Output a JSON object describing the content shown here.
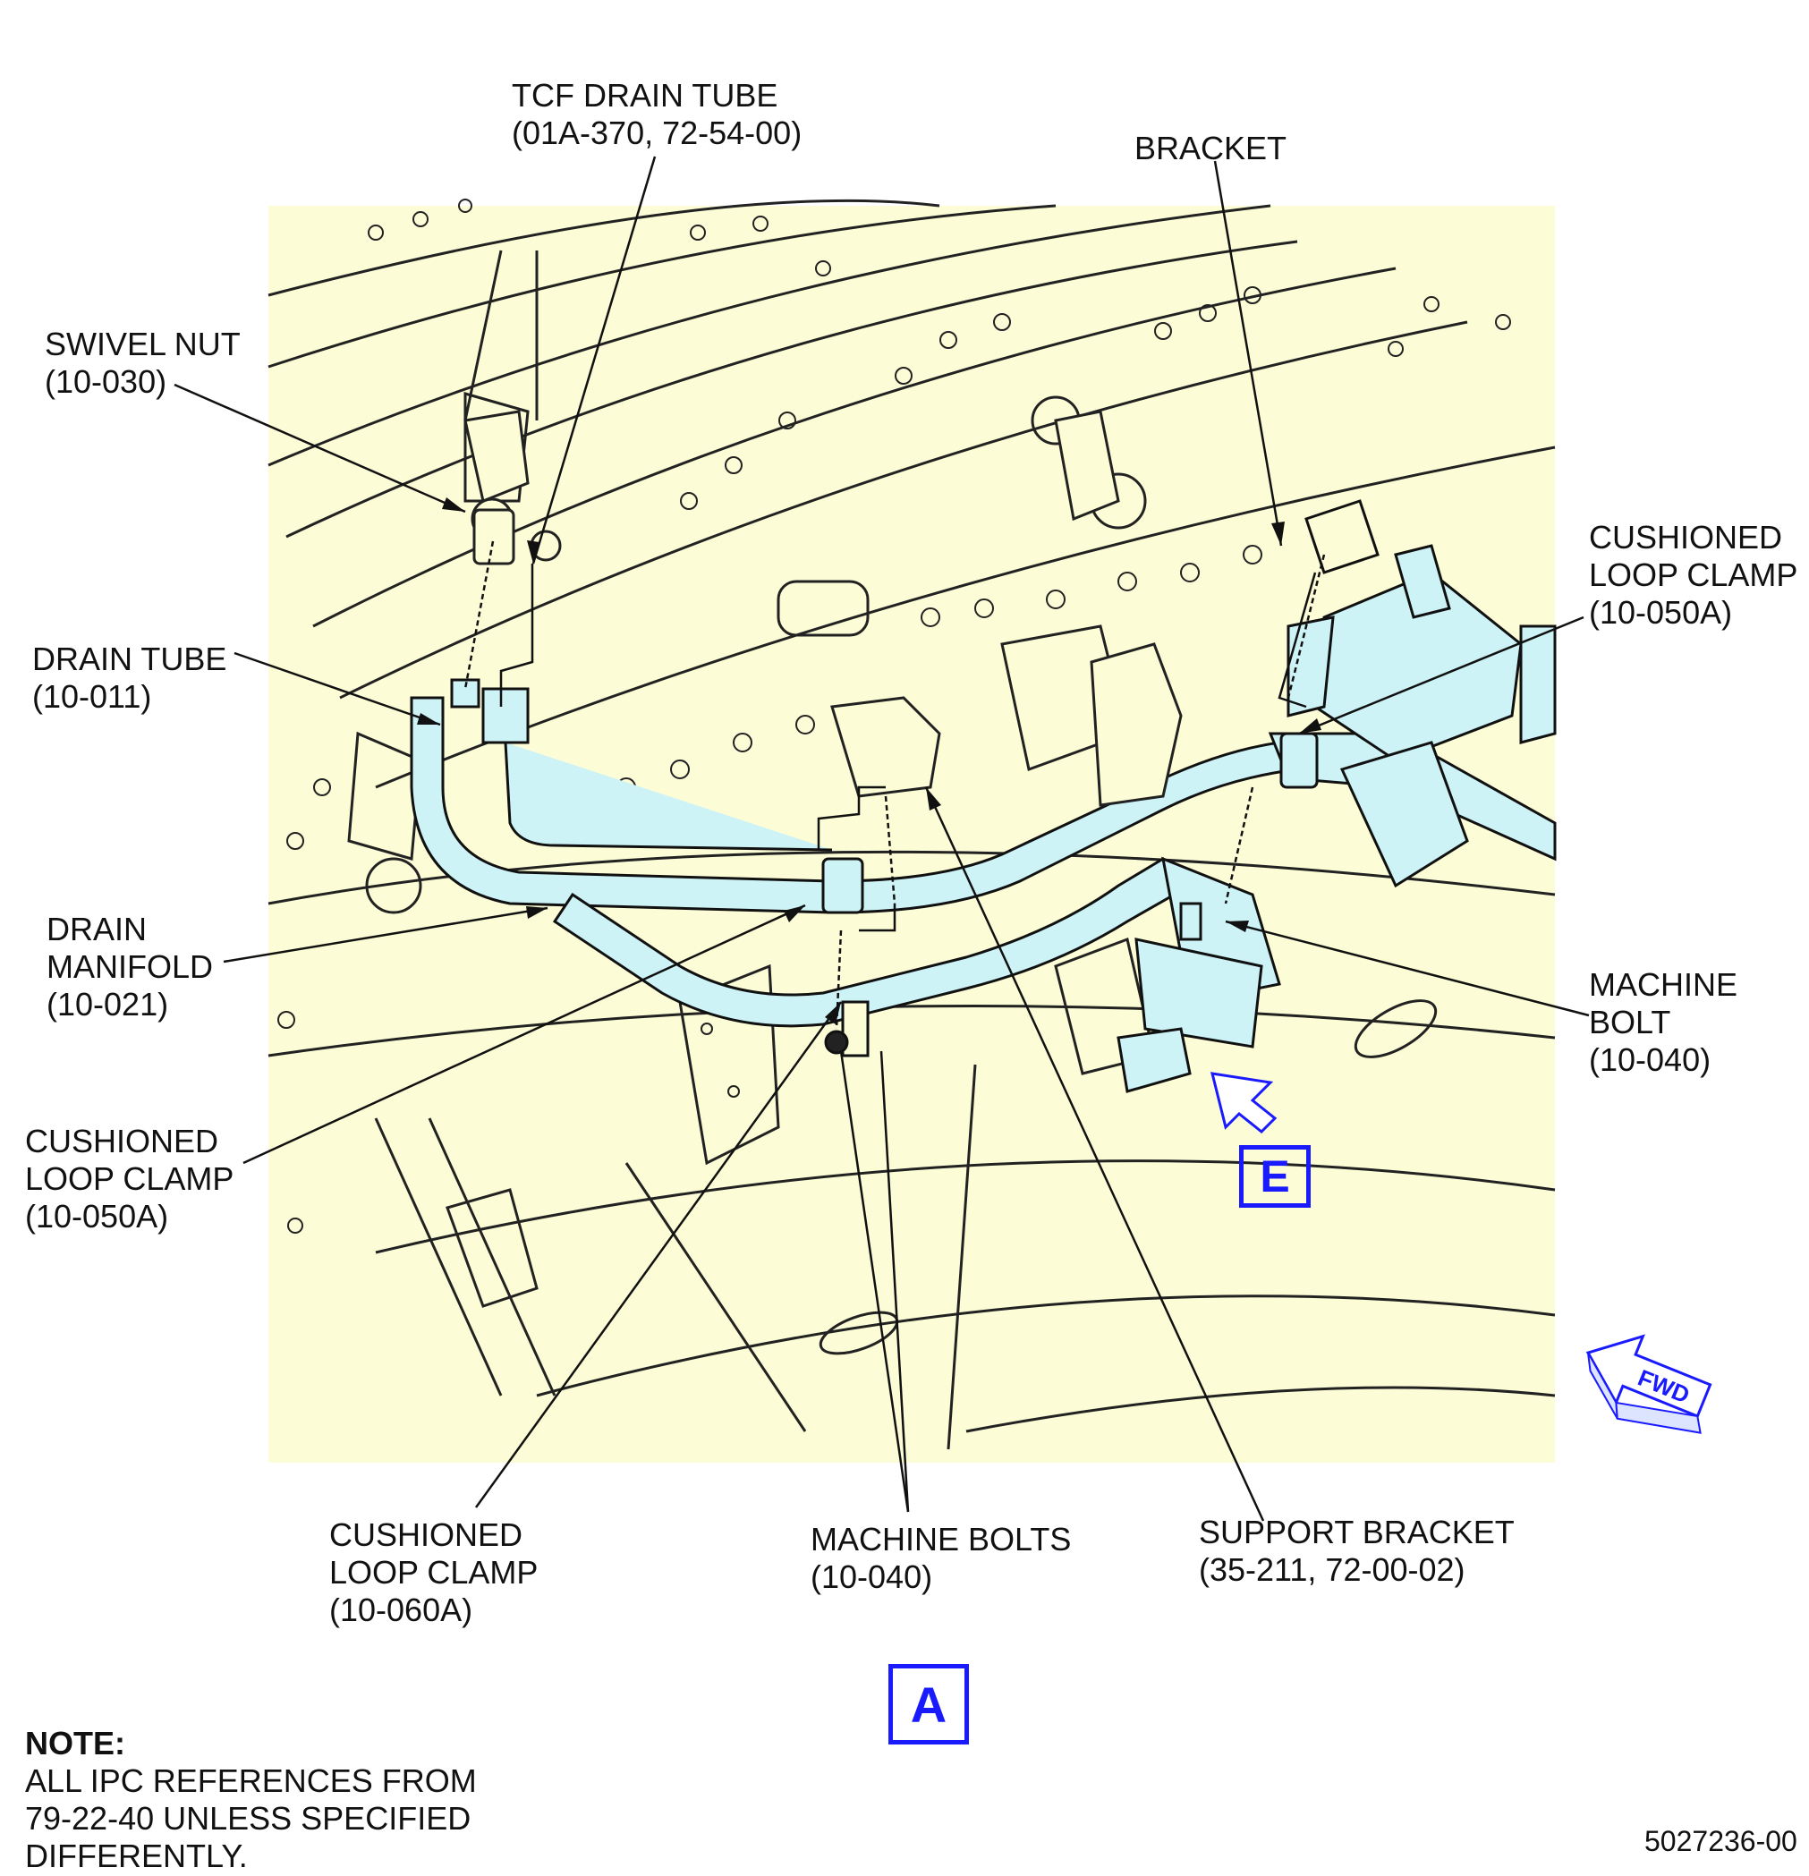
{
  "labels": {
    "tcf_drain_tube": [
      "TCF DRAIN TUBE",
      "(01A-370, 72-54-00)"
    ],
    "bracket": [
      "BRACKET"
    ],
    "swivel_nut": [
      "SWIVEL NUT",
      "(10-030)"
    ],
    "drain_tube": [
      "DRAIN TUBE",
      "(10-011)"
    ],
    "cushioned_loop_clamp_right": [
      "CUSHIONED",
      "LOOP CLAMP",
      "(10-050A)"
    ],
    "drain_manifold": [
      "DRAIN",
      "MANIFOLD",
      "(10-021)"
    ],
    "machine_bolt_right": [
      "MACHINE",
      "BOLT",
      "(10-040)"
    ],
    "cushioned_loop_clamp_left": [
      "CUSHIONED",
      "LOOP CLAMP",
      "(10-050A)"
    ],
    "cushioned_loop_clamp_bottom": [
      "CUSHIONED",
      "LOOP CLAMP",
      "(10-060A)"
    ],
    "machine_bolts": [
      "MACHINE BOLTS",
      "(10-040)"
    ],
    "support_bracket": [
      "SUPPORT BRACKET",
      "(35-211, 72-00-02)"
    ]
  },
  "view_markers": {
    "e": "E",
    "a": "A"
  },
  "fwd_arrow": {
    "label": "FWD",
    "icon": "fwd-arrow-icon"
  },
  "note": {
    "heading": "NOTE:",
    "lines": [
      "ALL IPC REFERENCES FROM",
      "79-22-40 UNLESS SPECIFIED",
      "DIFFERENTLY."
    ]
  },
  "figure_number": "5027236-00",
  "colors": {
    "background_panel": "#fcfcd6",
    "highlight_parts": "#cdf3f7",
    "callout_blue": "#1a1aff",
    "line": "#111111"
  }
}
